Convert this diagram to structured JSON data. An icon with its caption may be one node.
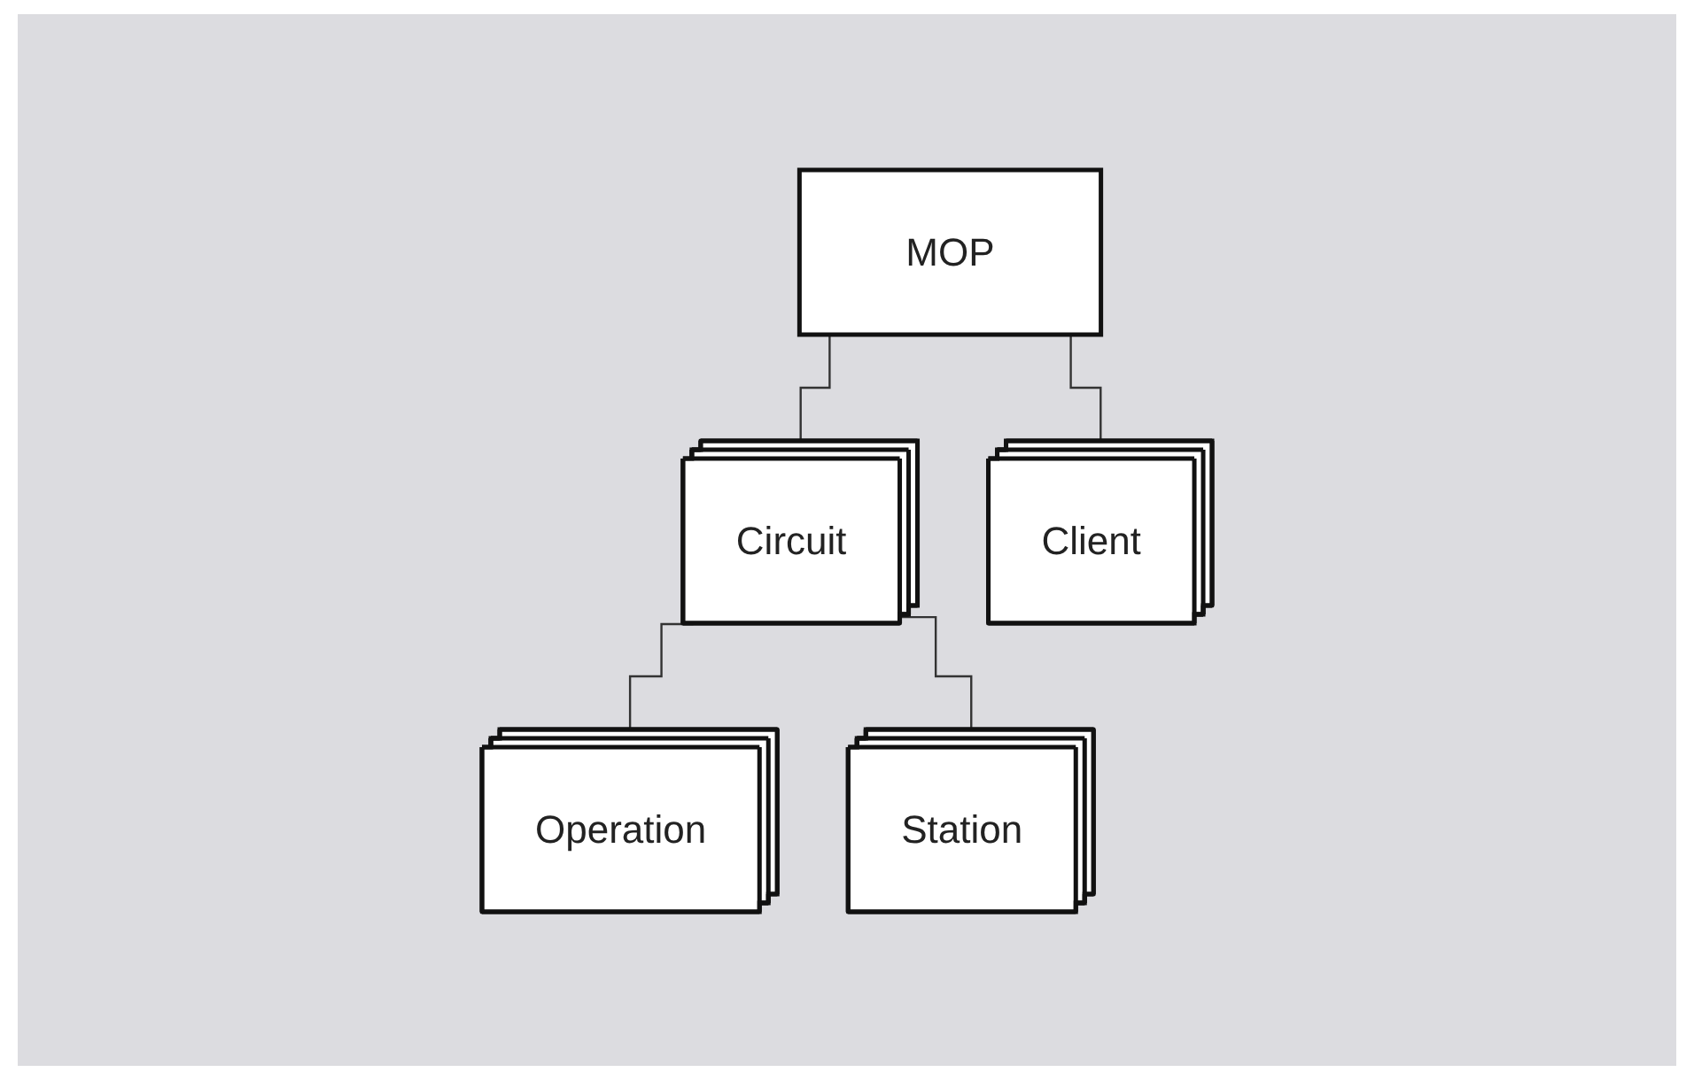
{
  "diagram": {
    "nodes": [
      {
        "text": [
          "MOP"
        ]
      },
      {
        "text": [
          "Circuit"
        ]
      },
      {
        "text": [
          "Client"
        ]
      },
      {
        "text": [
          "Operation"
        ]
      },
      {
        "text": [
          "Station"
        ]
      }
    ],
    "edges": [
      {
        "from": 0,
        "to": 1,
        "arrow": "none"
      },
      {
        "from": 0,
        "to": 2,
        "arrow": "none"
      },
      {
        "from": 1,
        "to": 3,
        "arrow": "none"
      },
      {
        "from": 1,
        "to": 4,
        "arrow": "none"
      }
    ]
  }
}
